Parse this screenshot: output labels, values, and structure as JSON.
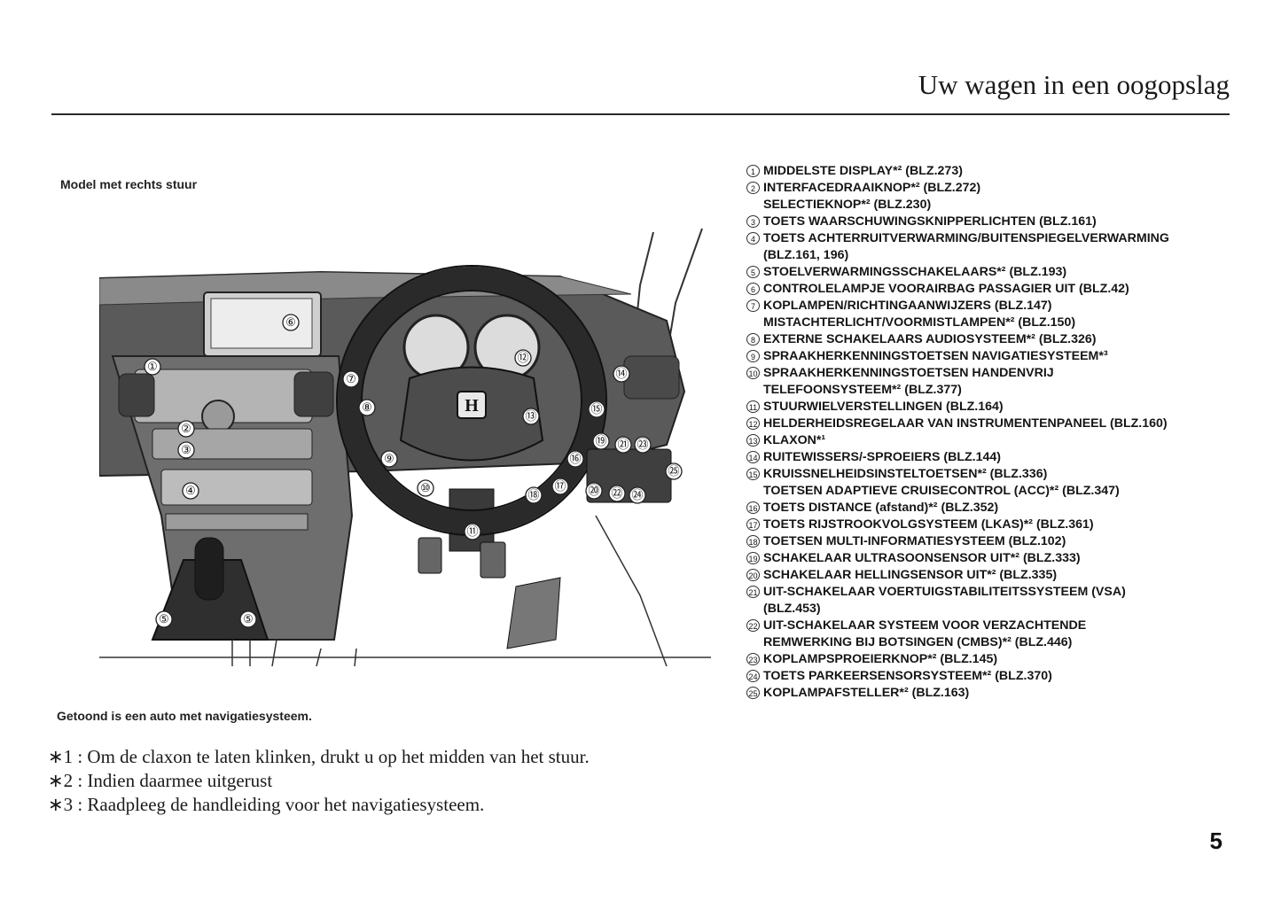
{
  "header": {
    "title": "Uw wagen in een oogopslag"
  },
  "figure": {
    "model_caption": "Model met rechts stuur",
    "caption": "Getoond is een auto met navigatiesysteem.",
    "callouts": [
      "①",
      "②",
      "③",
      "④",
      "⑤",
      "⑤",
      "⑥",
      "⑦",
      "⑧",
      "⑨",
      "⑩",
      "⑪",
      "⑫",
      "⑬",
      "⑭",
      "⑮",
      "⑯",
      "⑰",
      "⑱",
      "⑲",
      "⑳",
      "㉑",
      "㉒",
      "㉓",
      "㉔",
      "㉕"
    ]
  },
  "legend": [
    {
      "num": "1",
      "text": "MIDDELSTE DISPLAY*² (BLZ.273)"
    },
    {
      "num": "2",
      "text": "INTERFACEDRAAIKNOP*² (BLZ.272)"
    },
    {
      "num": "",
      "text": "SELECTIEKNOP*² (BLZ.230)"
    },
    {
      "num": "3",
      "text": "TOETS WAARSCHUWINGSKNIPPERLICHTEN (BLZ.161)"
    },
    {
      "num": "4",
      "text": "TOETS ACHTERRUITVERWARMING/BUITENSPIEGELVERWARMING"
    },
    {
      "num": "",
      "text": "(BLZ.161, 196)"
    },
    {
      "num": "5",
      "text": "STOELVERWARMINGSSCHAKELAARS*² (BLZ.193)"
    },
    {
      "num": "6",
      "text": "CONTROLELAMPJE VOORAIRBAG PASSAGIER UIT (BLZ.42)"
    },
    {
      "num": "7",
      "text": "KOPLAMPEN/RICHTINGAANWIJZERS (BLZ.147)"
    },
    {
      "num": "",
      "text": "MISTACHTERLICHT/VOORMISTLAMPEN*² (BLZ.150)"
    },
    {
      "num": "8",
      "text": "EXTERNE SCHAKELAARS AUDIOSYSTEEM*² (BLZ.326)"
    },
    {
      "num": "9",
      "text": "SPRAAKHERKENNINGSTOETSEN NAVIGATIESYSTEEM*³"
    },
    {
      "num": "10",
      "text": "SPRAAKHERKENNINGSTOETSEN HANDENVRIJ"
    },
    {
      "num": "",
      "text": "TELEFOONSYSTEEM*² (BLZ.377)"
    },
    {
      "num": "11",
      "text": "STUURWIELVERSTELLINGEN (BLZ.164)"
    },
    {
      "num": "12",
      "text": "HELDERHEIDSREGELAAR VAN INSTRUMENTENPANEEL (BLZ.160)"
    },
    {
      "num": "13",
      "text": "KLAXON*¹"
    },
    {
      "num": "14",
      "text": "RUITEWISSERS/-SPROEIERS (BLZ.144)"
    },
    {
      "num": "15",
      "text": "KRUISSNELHEIDSINSTELTOETSEN*² (BLZ.336)"
    },
    {
      "num": "",
      "text": "TOETSEN ADAPTIEVE CRUISECONTROL (ACC)*² (BLZ.347)"
    },
    {
      "num": "16",
      "text": "TOETS DISTANCE (afstand)*² (BLZ.352)"
    },
    {
      "num": "17",
      "text": "TOETS RIJSTROOKVOLGSYSTEEM (LKAS)*² (BLZ.361)"
    },
    {
      "num": "18",
      "text": "TOETSEN MULTI-INFORMATIESYSTEEM (BLZ.102)"
    },
    {
      "num": "19",
      "text": "SCHAKELAAR ULTRASOONSENSOR UIT*² (BLZ.333)"
    },
    {
      "num": "20",
      "text": "SCHAKELAAR HELLINGSENSOR UIT*² (BLZ.335)"
    },
    {
      "num": "21",
      "text": "UIT-SCHAKELAAR VOERTUIGSTABILITEITSSYSTEEM (VSA)"
    },
    {
      "num": "",
      "text": "(BLZ.453)"
    },
    {
      "num": "22",
      "text": "UIT-SCHAKELAAR SYSTEEM VOOR VERZACHTENDE"
    },
    {
      "num": "",
      "text": "REMWERKING BIJ BOTSINGEN (CMBS)*² (BLZ.446)"
    },
    {
      "num": "23",
      "text": "KOPLAMPSPROEIERKNOP*² (BLZ.145)"
    },
    {
      "num": "24",
      "text": "TOETS PARKEERSENSORSYSTEEM*² (BLZ.370)"
    },
    {
      "num": "25",
      "text": "KOPLAMPAFSTELLER*² (BLZ.163)"
    }
  ],
  "footnotes": [
    "∗1 :  Om de claxon te laten klinken, drukt u op het midden van het stuur.",
    "∗2 :  Indien daarmee uitgerust",
    "∗3 :  Raadpleeg de handleiding voor het navigatiesysteem."
  ],
  "page_number": "5"
}
